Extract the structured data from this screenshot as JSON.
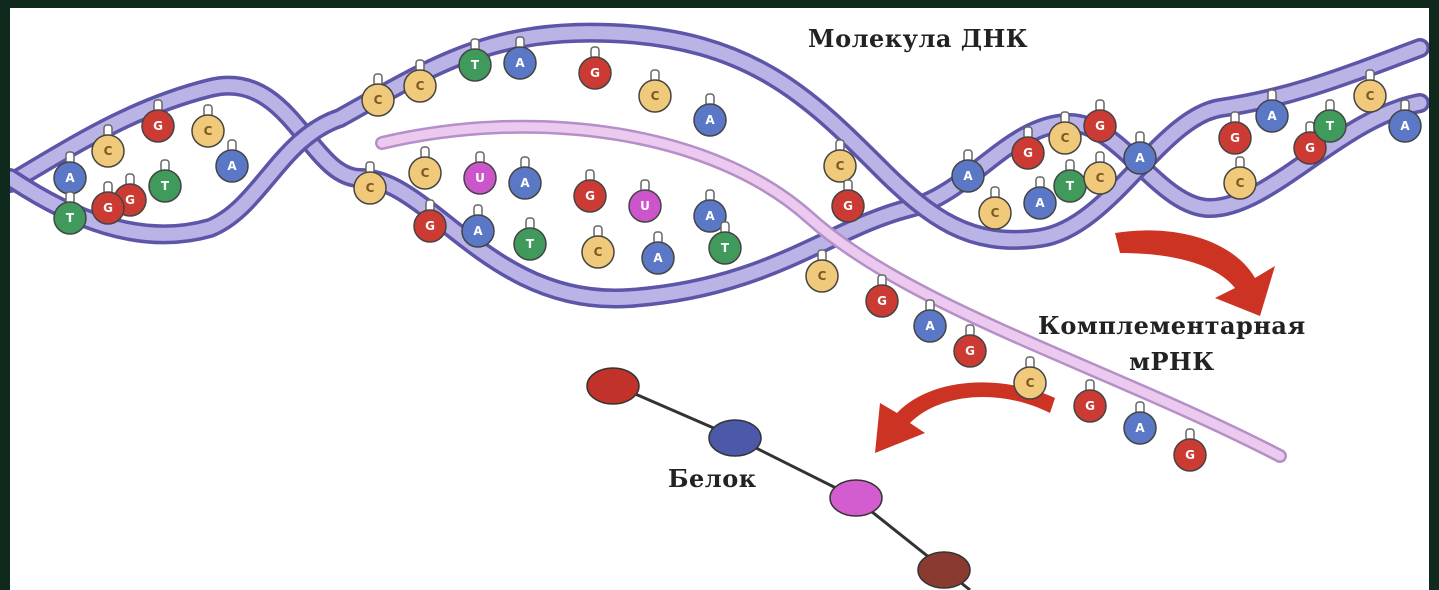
{
  "labels": {
    "dna": "Молекула ДНК",
    "mrna_line1": "Комплементарная",
    "mrna_line2": "мРНК",
    "protein": "Белок"
  },
  "colors": {
    "background": "#0f2a1c",
    "ribbon": "#a9a3d8",
    "ribbon_edge": "#5c55a8",
    "mrna_strand": "#e4bde6",
    "arrow": "#cc3322",
    "A": "#5b78c6",
    "C": "#f0c97a",
    "G": "#cc3b33",
    "T": "#3f9a5c",
    "U": "#cc55cc"
  },
  "bases": {
    "left_helix": [
      "A",
      "C",
      "G",
      "C",
      "A",
      "G",
      "T",
      "G",
      "T"
    ],
    "top_strand": [
      "C",
      "C",
      "T",
      "A",
      "G",
      "C",
      "A"
    ],
    "mrna": [
      "C",
      "C",
      "U",
      "A",
      "G",
      "U",
      "A"
    ],
    "dna_template": [
      "G",
      "A",
      "T",
      "C",
      "A",
      "T"
    ],
    "right_helix": [
      "C",
      "G",
      "A",
      "C",
      "G",
      "C",
      "G",
      "A",
      "T",
      "C",
      "A",
      "G",
      "A",
      "C",
      "G",
      "T",
      "C",
      "A"
    ],
    "mrna_tail": [
      "C",
      "G",
      "A",
      "G",
      "C",
      "G",
      "A",
      "G"
    ]
  },
  "protein_chain": [
    "red",
    "blue",
    "magenta",
    "brown"
  ]
}
